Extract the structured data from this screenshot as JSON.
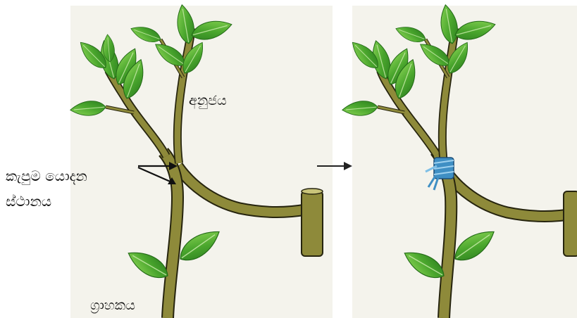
{
  "labels": {
    "scion": "අනුජය",
    "graft_point_line1": "කැපුම යොදන",
    "graft_point_line2": "ස්ථානය",
    "rootstock": "ග්‍රාහකය"
  },
  "colors": {
    "panel_background": "#f4f3ec",
    "stem": "#8e8a3a",
    "stem_outline": "#26240e",
    "leaf_dark": "#2f8a22",
    "leaf_light": "#7fcf4a",
    "binding_tape": "#3f8fc4",
    "arrow": "#222222"
  },
  "icons": {
    "transition": "right-arrow-icon",
    "binding": "grafting-tape-icon"
  }
}
